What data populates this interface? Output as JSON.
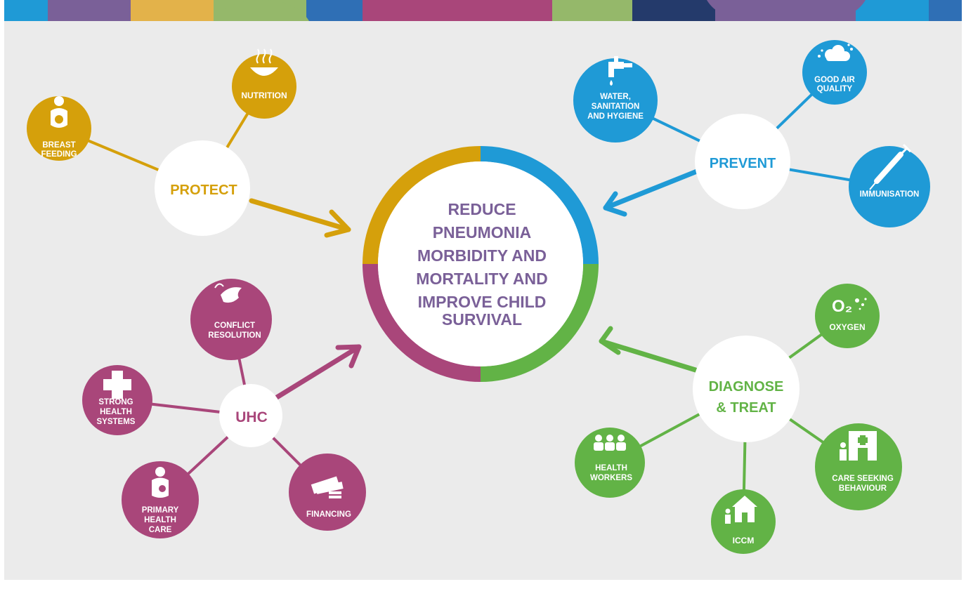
{
  "colors": {
    "protect": "#d5a00b",
    "prevent": "#1f9ad6",
    "diagnose": "#62b346",
    "uhc": "#a9467a",
    "center_text": "#7a6098",
    "background": "#ebebeb"
  },
  "center": {
    "lines": [
      "REDUCE",
      "PNEUMONIA",
      "MORBIDITY AND",
      "MORTALITY AND",
      "IMPROVE CHILD",
      "SURVIVAL"
    ]
  },
  "hubs": {
    "protect": "PROTECT",
    "prevent": "PREVENT",
    "diagnose_line1": "DIAGNOSE",
    "diagnose_line2": "& TREAT",
    "uhc": "UHC"
  },
  "nodes": {
    "breastfeeding": {
      "lines": [
        "BREAST",
        "FEEDING"
      ],
      "icon": "mother-child-icon"
    },
    "nutrition": {
      "lines": [
        "NUTRITION"
      ],
      "icon": "bowl-icon"
    },
    "wash": {
      "lines": [
        "WATER,",
        "SANITATION",
        "AND HYGIENE"
      ],
      "icon": "tap-icon"
    },
    "air": {
      "lines": [
        "GOOD AIR",
        "QUALITY"
      ],
      "icon": "cloud-icon"
    },
    "immunisation": {
      "lines": [
        "IMMUNISATION"
      ],
      "icon": "syringe-icon"
    },
    "oxygen": {
      "lines": [
        "OXYGEN"
      ],
      "icon": "oxygen-icon",
      "icon_text": "O₂"
    },
    "care_seeking": {
      "lines": [
        "CARE SEEKING",
        "BEHAVIOUR"
      ],
      "icon": "clinic-icon"
    },
    "iccm": {
      "lines": [
        "ICCM"
      ],
      "icon": "hut-icon"
    },
    "health_workers": {
      "lines": [
        "HEALTH",
        "WORKERS"
      ],
      "icon": "health-workers-icon"
    },
    "conflict": {
      "lines": [
        "CONFLICT",
        "RESOLUTION"
      ],
      "icon": "dove-icon"
    },
    "health_systems": {
      "lines": [
        "STRONG",
        "HEALTH",
        "SYSTEMS"
      ],
      "icon": "cross-icon"
    },
    "primary_care": {
      "lines": [
        "PRIMARY",
        "HEALTH",
        "CARE"
      ],
      "icon": "mother-baby-icon"
    },
    "financing": {
      "lines": [
        "FINANCING"
      ],
      "icon": "money-icon"
    }
  }
}
